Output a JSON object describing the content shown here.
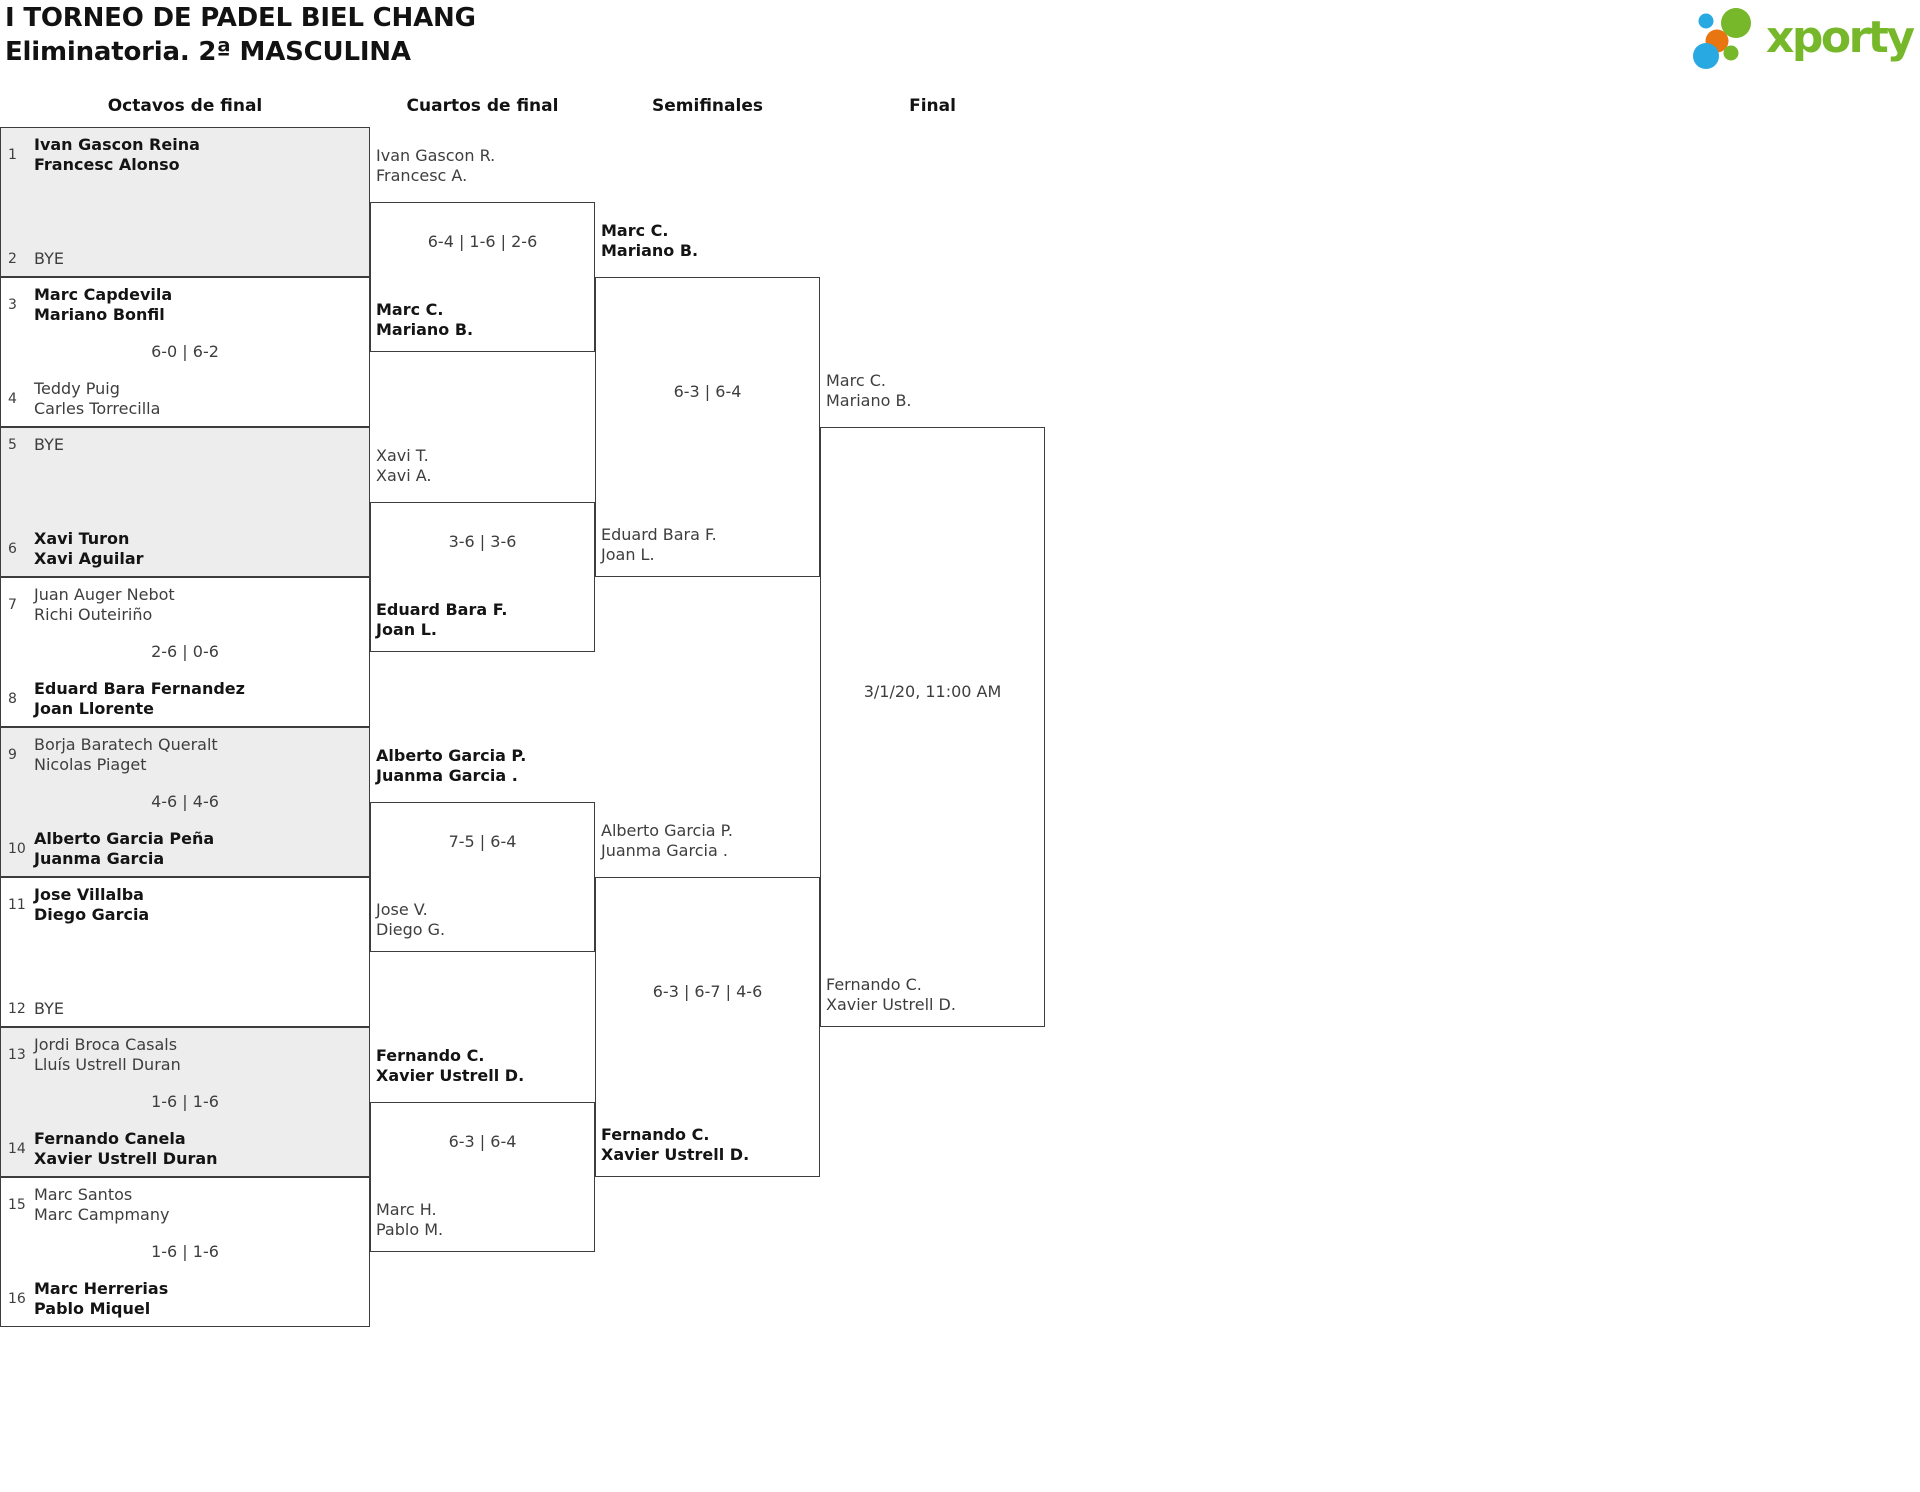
{
  "header": {
    "title": "I TORNEO DE PADEL BIEL CHANG",
    "subtitle": "Eliminatoria. 2ª MASCULINA",
    "logo_text": "xporty"
  },
  "colors": {
    "logo_green": "#76b82a",
    "logo_blue": "#29a9e1",
    "logo_orange": "#e8750f",
    "line": "#3d3d3d",
    "fill_gray": "#ededed"
  },
  "rounds": [
    "Octavos de final",
    "Cuartos de final",
    "Semifinales",
    "Final"
  ],
  "bracket": {
    "octavos": [
      {
        "top": {
          "seed": "1",
          "lines": [
            "Ivan Gascon Reina",
            "Francesc Alonso"
          ],
          "bold": true
        },
        "bottom": {
          "seed": "2",
          "lines": [
            "BYE"
          ],
          "bold": false
        },
        "score": ""
      },
      {
        "top": {
          "seed": "3",
          "lines": [
            "Marc Capdevila",
            "Mariano Bonfil"
          ],
          "bold": true
        },
        "bottom": {
          "seed": "4",
          "lines": [
            "Teddy Puig",
            "Carles Torrecilla"
          ],
          "bold": false
        },
        "score": "6-0 | 6-2"
      },
      {
        "top": {
          "seed": "5",
          "lines": [
            "BYE"
          ],
          "bold": false
        },
        "bottom": {
          "seed": "6",
          "lines": [
            "Xavi Turon",
            "Xavi Aguilar"
          ],
          "bold": true
        },
        "score": ""
      },
      {
        "top": {
          "seed": "7",
          "lines": [
            "Juan Auger Nebot",
            "Richi Outeiriño"
          ],
          "bold": false
        },
        "bottom": {
          "seed": "8",
          "lines": [
            "Eduard Bara Fernandez",
            "Joan Llorente"
          ],
          "bold": true
        },
        "score": "2-6 | 0-6"
      },
      {
        "top": {
          "seed": "9",
          "lines": [
            "Borja Baratech Queralt",
            "Nicolas Piaget"
          ],
          "bold": false
        },
        "bottom": {
          "seed": "10",
          "lines": [
            "Alberto Garcia Peña",
            "Juanma Garcia"
          ],
          "bold": true
        },
        "score": "4-6 | 4-6"
      },
      {
        "top": {
          "seed": "11",
          "lines": [
            "Jose Villalba",
            "Diego Garcia"
          ],
          "bold": true
        },
        "bottom": {
          "seed": "12",
          "lines": [
            "BYE"
          ],
          "bold": false
        },
        "score": ""
      },
      {
        "top": {
          "seed": "13",
          "lines": [
            "Jordi Broca Casals",
            "Lluís Ustrell Duran"
          ],
          "bold": false
        },
        "bottom": {
          "seed": "14",
          "lines": [
            "Fernando Canela",
            "Xavier Ustrell Duran"
          ],
          "bold": true
        },
        "score": "1-6 | 1-6"
      },
      {
        "top": {
          "seed": "15",
          "lines": [
            "Marc Santos",
            "Marc Campmany"
          ],
          "bold": false
        },
        "bottom": {
          "seed": "16",
          "lines": [
            "Marc Herrerias",
            "Pablo Miquel"
          ],
          "bold": true
        },
        "score": "1-6 | 1-6"
      }
    ],
    "cuartos": [
      {
        "top": {
          "lines": [
            "Ivan Gascon R.",
            "Francesc A."
          ],
          "bold": false
        },
        "bottom": {
          "lines": [
            "Marc C.",
            "Mariano B."
          ],
          "bold": true
        },
        "score": "6-4 | 1-6 | 2-6"
      },
      {
        "top": {
          "lines": [
            "Xavi T.",
            "Xavi A."
          ],
          "bold": false
        },
        "bottom": {
          "lines": [
            "Eduard Bara F.",
            "Joan L."
          ],
          "bold": true
        },
        "score": "3-6 | 3-6"
      },
      {
        "top": {
          "lines": [
            "Alberto Garcia P.",
            "Juanma Garcia ."
          ],
          "bold": true
        },
        "bottom": {
          "lines": [
            "Jose V.",
            "Diego G."
          ],
          "bold": false
        },
        "score": "7-5 | 6-4"
      },
      {
        "top": {
          "lines": [
            "Fernando C.",
            "Xavier Ustrell D."
          ],
          "bold": true
        },
        "bottom": {
          "lines": [
            "Marc H.",
            "Pablo M."
          ],
          "bold": false
        },
        "score": "6-3 | 6-4"
      }
    ],
    "semifinales": [
      {
        "top": {
          "lines": [
            "Marc C.",
            "Mariano B."
          ],
          "bold": true
        },
        "bottom": {
          "lines": [
            "Eduard Bara F.",
            "Joan L."
          ],
          "bold": false
        },
        "score": "6-3 | 6-4"
      },
      {
        "top": {
          "lines": [
            "Alberto Garcia P.",
            "Juanma Garcia ."
          ],
          "bold": false
        },
        "bottom": {
          "lines": [
            "Fernando C.",
            "Xavier Ustrell D."
          ],
          "bold": true
        },
        "score": "6-3 | 6-7 | 4-6"
      }
    ],
    "final": [
      {
        "top": {
          "lines": [
            "Marc C.",
            "Mariano B."
          ],
          "bold": false
        },
        "bottom": {
          "lines": [
            "Fernando C.",
            "Xavier Ustrell D."
          ],
          "bold": false
        },
        "score": "3/1/20, 11:00 AM"
      }
    ]
  }
}
